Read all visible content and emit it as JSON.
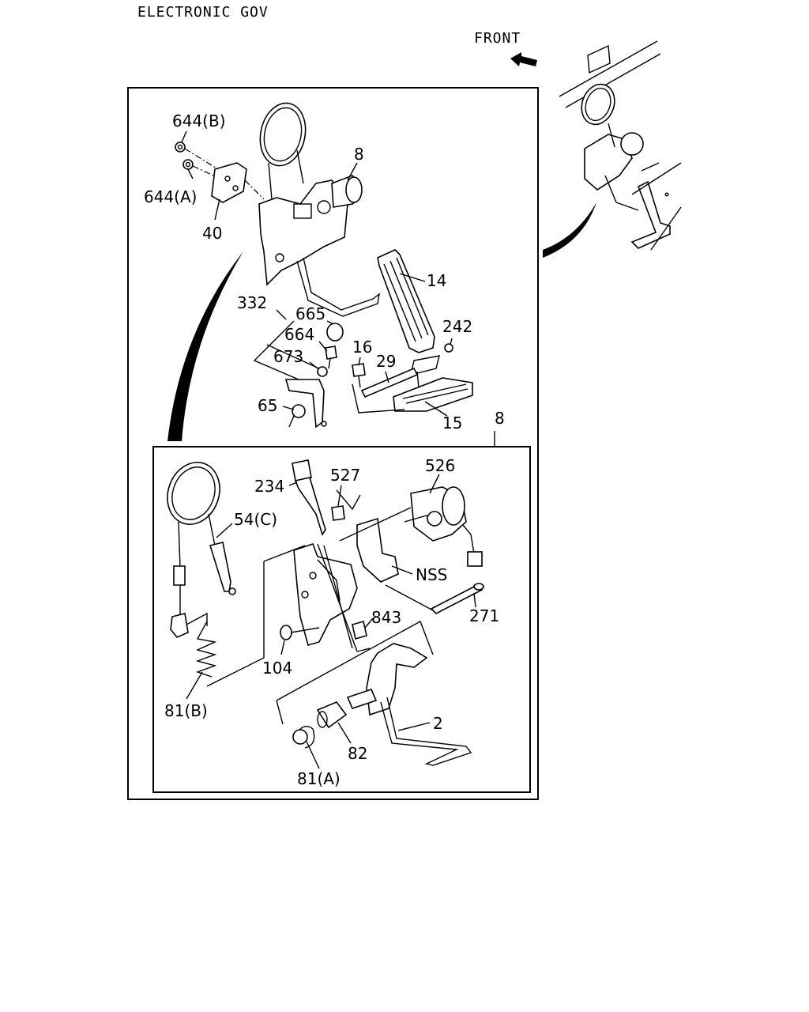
{
  "header": {
    "title": "ELECTRONIC GOV",
    "front_label": "FRONT"
  },
  "callouts": {
    "c644b": "644(B)",
    "c644a": "644(A)",
    "c40": "40",
    "c8_top": "8",
    "c332": "332",
    "c665": "665",
    "c664": "664",
    "c673": "673",
    "c65": "65",
    "c14": "14",
    "c242": "242",
    "c16": "16",
    "c29": "29",
    "c15": "15",
    "c8_sub": "8",
    "c234": "234",
    "c527": "527",
    "c526": "526",
    "c54c": "54(C)",
    "cNSS": "NSS",
    "c271": "271",
    "c843": "843",
    "c104": "104",
    "c81b": "81(B)",
    "c2": "2",
    "c82": "82",
    "c81a": "81(A)"
  },
  "icons": {
    "front_arrow": "front-arrow-icon"
  }
}
